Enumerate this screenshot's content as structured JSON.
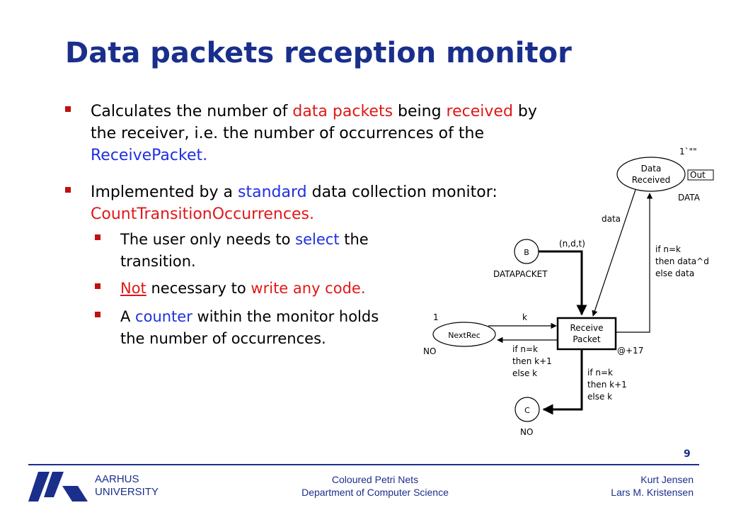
{
  "slide": {
    "title": "Data packets reception monitor",
    "page_number": "9"
  },
  "bullets": {
    "b1": {
      "p1": "Calculates the number of ",
      "p2": "data packets",
      "p3": " being ",
      "p4": "received",
      "p5": " by the receiver, i.e. the number of occurrences of the ",
      "p6": "ReceivePacket."
    },
    "b2": {
      "p1": "Implemented by a ",
      "p2": "standard",
      "p3": " data collection monitor: ",
      "p4": "CountTransitionOccurrences."
    },
    "s1": {
      "p1": "The user only needs to ",
      "p2": "select",
      "p3": " the transition."
    },
    "s2": {
      "p1": "Not",
      "p2": " necessary to ",
      "p3": "write any code."
    },
    "s3": {
      "p1": "A ",
      "p2": "counter",
      "p3": " within the monitor holds the number of occurrences."
    }
  },
  "net": {
    "place_data_received": {
      "label_line1": "Data",
      "label_line2": "Received",
      "type": "DATA",
      "init": "1`\"\"",
      "port": "Out"
    },
    "place_b": {
      "label": "B",
      "type": "DATAPACKET"
    },
    "place_nextrec": {
      "label": "NextRec",
      "type": "NO",
      "init": "1"
    },
    "place_c": {
      "label": "C",
      "type": "NO"
    },
    "transition": {
      "label_line1": "Receive",
      "label_line2": "Packet",
      "delay": "@+17"
    },
    "arcs": {
      "b_to_t": "(n,d,t)",
      "data_in": "data",
      "data_out_l1": "if n=k",
      "data_out_l2": "then data^d",
      "data_out_l3": "else data",
      "k_in": "k",
      "nextrec_out_l1": "if n=k",
      "nextrec_out_l2": "then k+1",
      "nextrec_out_l3": "else k",
      "c_out_l1": "if n=k",
      "c_out_l2": "then k+1",
      "c_out_l3": "else k"
    }
  },
  "footer": {
    "uni_line1": "AARHUS",
    "uni_line2": "UNIVERSITY",
    "center_line1": "Coloured Petri Nets",
    "center_line2": "Department of Computer Science",
    "right_line1": "Kurt Jensen",
    "right_line2": "Lars M. Kristensen"
  },
  "colors": {
    "title": "#1a2f8c",
    "highlight_red": "#e01818",
    "highlight_blue": "#1f2fe0",
    "bullet_marker": "#c01010"
  }
}
